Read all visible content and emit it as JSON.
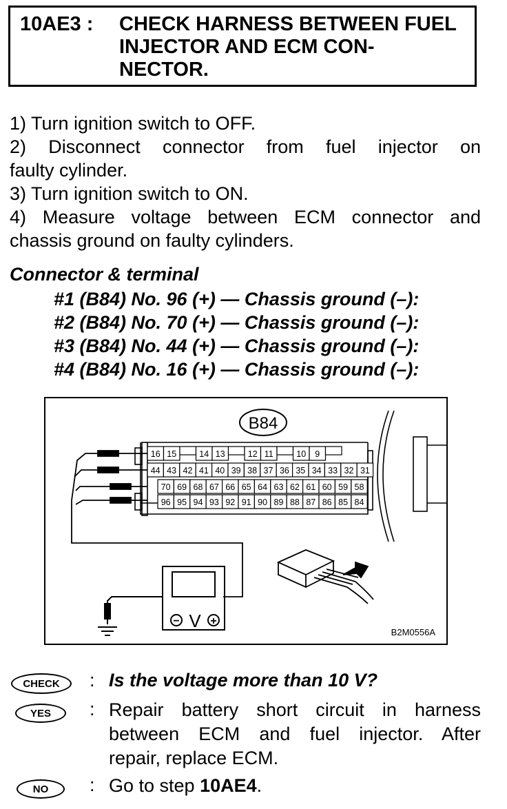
{
  "header": {
    "step_code": "10AE3 :",
    "title": "CHECK HARNESS BETWEEN FUEL INJECTOR AND ECM CON-NECTOR."
  },
  "instructions": [
    "1)  Turn ignition switch to OFF.",
    "2)  Disconnect connector from fuel injector on",
    "faulty cylinder.",
    "3)  Turn ignition switch to ON.",
    "4)  Measure voltage between ECM connector and",
    "chassis ground on faulty cylinders."
  ],
  "connector": {
    "heading": "Connector & terminal",
    "terminals": [
      "#1 (B84) No. 96 (+) — Chassis ground (–):",
      "#2 (B84) No. 70 (+) — Chassis ground (–):",
      "#3 (B84) No. 44 (+) — Chassis ground (–):",
      "#4 (B84) No. 16 (+) — Chassis ground (–):"
    ]
  },
  "diagram": {
    "connector_label": "B84",
    "figure_code": "B2M0556A",
    "row1": [
      "16",
      "15",
      "",
      "14",
      "13",
      "",
      "12",
      "11",
      "",
      "10",
      "9",
      ""
    ],
    "row2": [
      "44",
      "43",
      "42",
      "41",
      "40",
      "39",
      "38",
      "37",
      "36",
      "35",
      "34",
      "33",
      "32",
      "31"
    ],
    "row3": [
      "70",
      "69",
      "68",
      "67",
      "66",
      "65",
      "64",
      "63",
      "62",
      "61",
      "60",
      "59",
      "58"
    ],
    "row4": [
      "96",
      "95",
      "94",
      "93",
      "92",
      "91",
      "90",
      "89",
      "88",
      "87",
      "86",
      "85",
      "84"
    ],
    "meter_symbol": "V",
    "meter_minus": "−",
    "meter_plus": "+"
  },
  "check": {
    "badge": "CHECK",
    "colon": ":",
    "question": "Is the voltage more than 10 V?"
  },
  "yes": {
    "badge": "YES",
    "colon": ":",
    "lines": [
      "Repair battery short circuit in harness",
      "between ECM and fuel injector. After",
      "repair, replace ECM."
    ]
  },
  "no": {
    "badge": "NO",
    "colon": ":",
    "prefix": "Go to step ",
    "step": "10AE4",
    "suffix": "."
  }
}
